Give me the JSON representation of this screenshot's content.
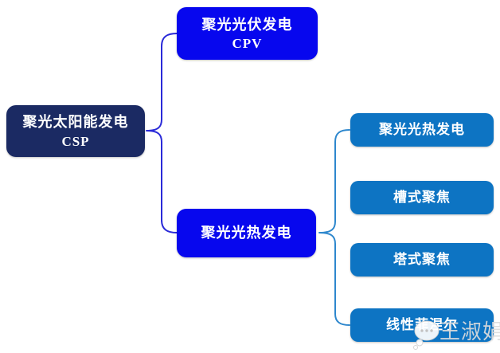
{
  "colors": {
    "canvas-bg": "#ffffff",
    "navy": "#1b2a63",
    "bright-blue": "#0707ee",
    "mid-blue": "#0d74c3",
    "left-line": "#2a2ad8",
    "right-line": "#2d87cd",
    "watermark-gray": "#dcdcdc"
  },
  "diagram": {
    "root": {
      "title": "聚光太阳能发电",
      "subtitle": "CSP"
    },
    "cpv": {
      "title": "聚光光伏发电",
      "subtitle": "CPV"
    },
    "thermal_branch": {
      "title": "聚光光热发电"
    },
    "leaves": [
      {
        "label": "聚光光热发电"
      },
      {
        "label": "槽式聚焦"
      },
      {
        "label": "塔式聚焦"
      },
      {
        "label": "线性菲涅尔"
      }
    ]
  },
  "watermark": {
    "name": "王淑娟",
    "icon": "speech-bubble-icon"
  }
}
